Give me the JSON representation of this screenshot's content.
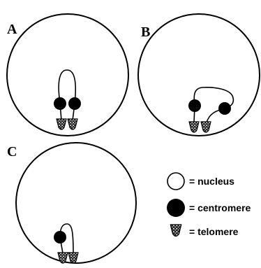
{
  "panels": [
    {
      "label": "A"
    },
    {
      "label": "B"
    },
    {
      "label": "C"
    }
  ],
  "legend": {
    "nucleus": "= nucleus",
    "centromere": "= centromere",
    "telomere": "= telomere"
  },
  "colors": {
    "stroke": "#000000",
    "centromere_fill": "#000000",
    "nucleus_fill": "#ffffff"
  }
}
